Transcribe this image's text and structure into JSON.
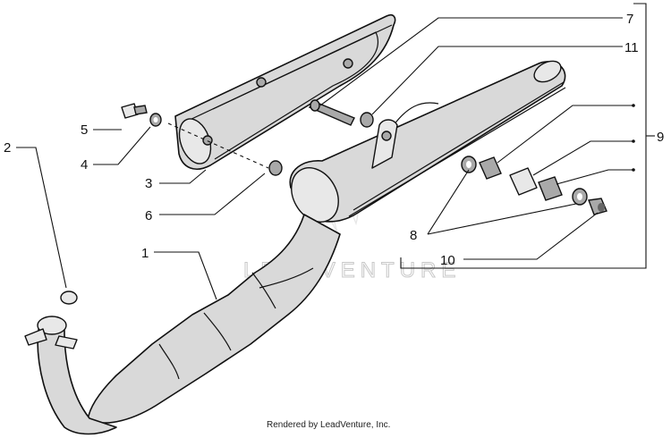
{
  "callouts": {
    "c1": "1",
    "c2": "2",
    "c3": "3",
    "c4": "4",
    "c5": "5",
    "c6": "6",
    "c7": "7",
    "c8": "8",
    "c9": "9",
    "c10": "10",
    "c11": "11"
  },
  "watermark": "LEADVENTURE",
  "credit": "Rendered by LeadVenture, Inc."
}
